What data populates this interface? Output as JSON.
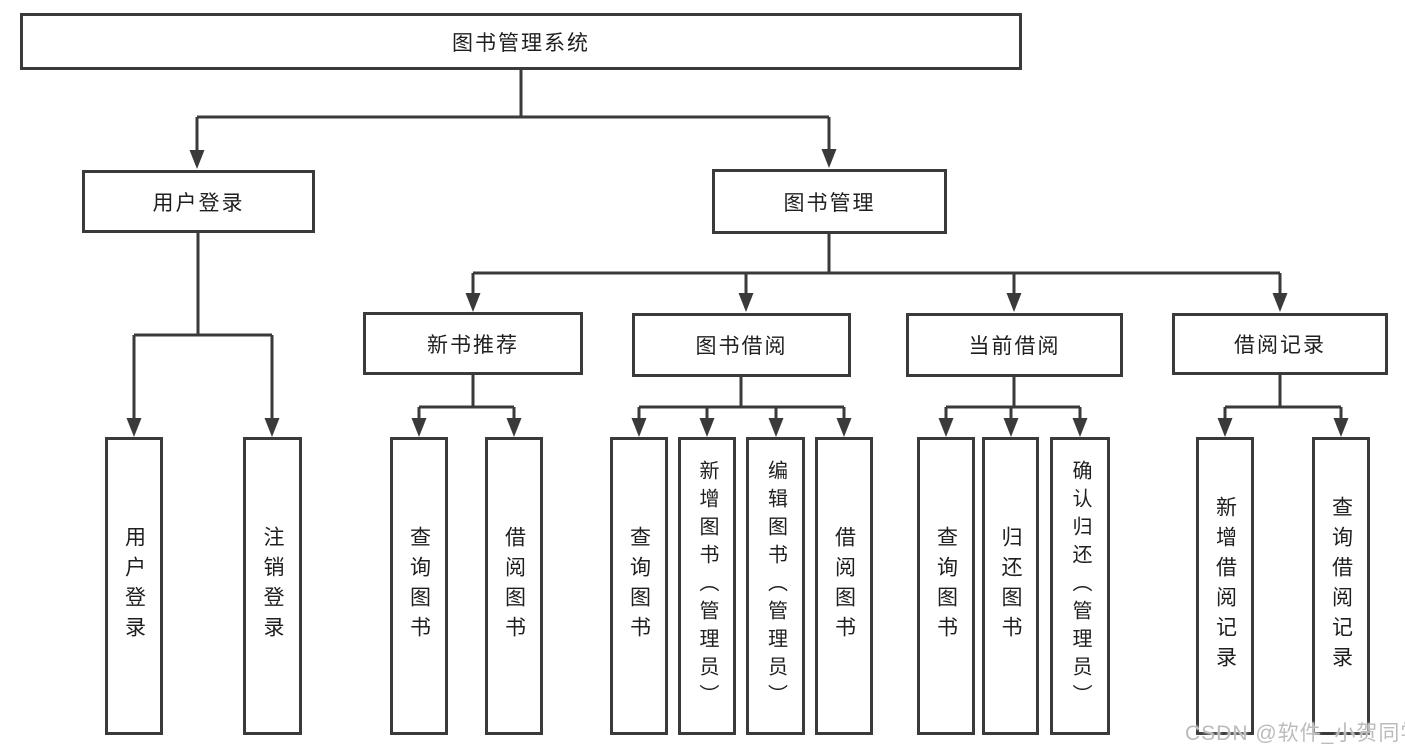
{
  "nodes": {
    "root": "图书管理系统",
    "user_login": "用户登录",
    "book_mgmt": "图书管理",
    "new_book_rec": "新书推荐",
    "book_borrow": "图书借阅",
    "current_borrow": "当前借阅",
    "borrow_record": "借阅记录"
  },
  "leaves": {
    "user_login": [
      "用户登录",
      "注销登录"
    ],
    "new_book_rec": [
      "查询图书",
      "借阅图书"
    ],
    "book_borrow": [
      "查询图书",
      "新增图书（管理员）",
      "编辑图书（管理员）",
      "借阅图书"
    ],
    "current_borrow": [
      "查询图书",
      "归还图书",
      "确认归还（管理员）"
    ],
    "borrow_record": [
      "新增借阅记录",
      "查询借阅记录"
    ]
  },
  "watermark": "CSDN @软件_小贺同学",
  "colors": {
    "line": "#3a3a3a",
    "text": "#1f1f1f",
    "watermark": "#bcbcbc",
    "background": "#ffffff"
  }
}
